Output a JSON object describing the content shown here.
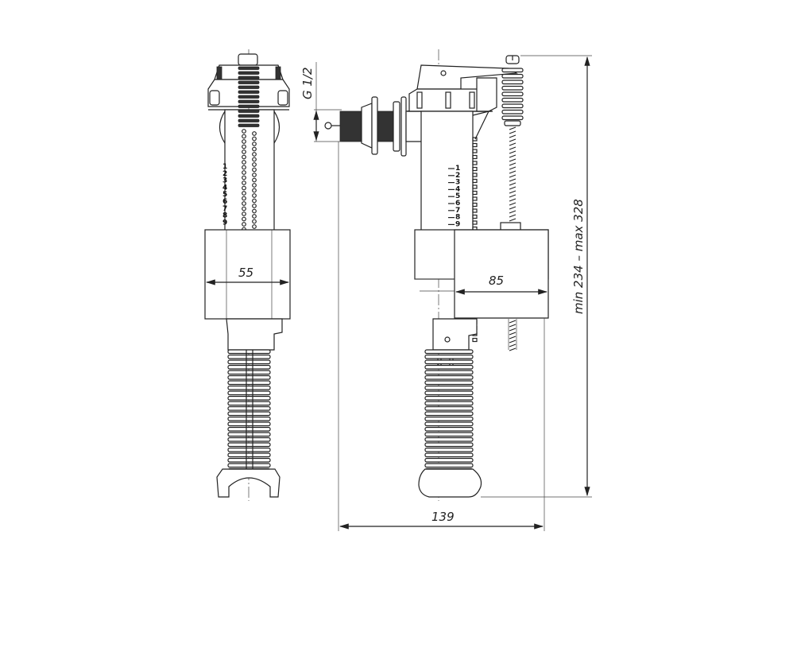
{
  "dimensions": {
    "thread": "G 1/2",
    "float_width_front": "55",
    "float_width_side": "85",
    "overall_width": "139",
    "height_range": "min 234 – max 328"
  },
  "scale_marks": [
    "1",
    "2",
    "3",
    "4",
    "5",
    "6",
    "7",
    "8",
    "9"
  ]
}
